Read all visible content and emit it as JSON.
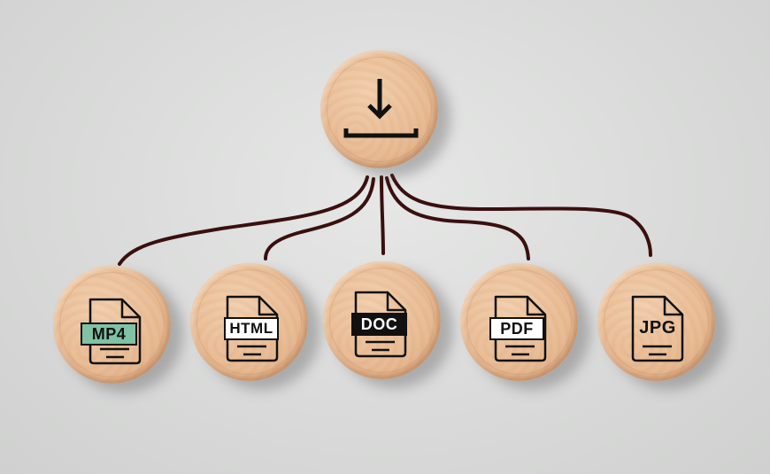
{
  "diagram": {
    "root": {
      "icon": "download-icon"
    },
    "children": [
      {
        "label": "MP4",
        "icon": "file-icon",
        "label_bg": "#7fc2a4",
        "label_color": "#111111"
      },
      {
        "label": "HTML",
        "icon": "file-icon",
        "label_bg": "#ffffff",
        "label_color": "#111111"
      },
      {
        "label": "DOC",
        "icon": "file-icon",
        "label_bg": "#111111",
        "label_color": "#ffffff"
      },
      {
        "label": "PDF",
        "icon": "file-icon",
        "label_bg": "#ffffff",
        "label_color": "#111111"
      },
      {
        "label": "JPG",
        "icon": "file-icon",
        "label_bg": "transparent",
        "label_color": "#111111"
      }
    ],
    "colors": {
      "background": "#dcdddc",
      "wood": "#e9bd96",
      "connector": "#3a0f0f",
      "ink": "#111111"
    }
  }
}
